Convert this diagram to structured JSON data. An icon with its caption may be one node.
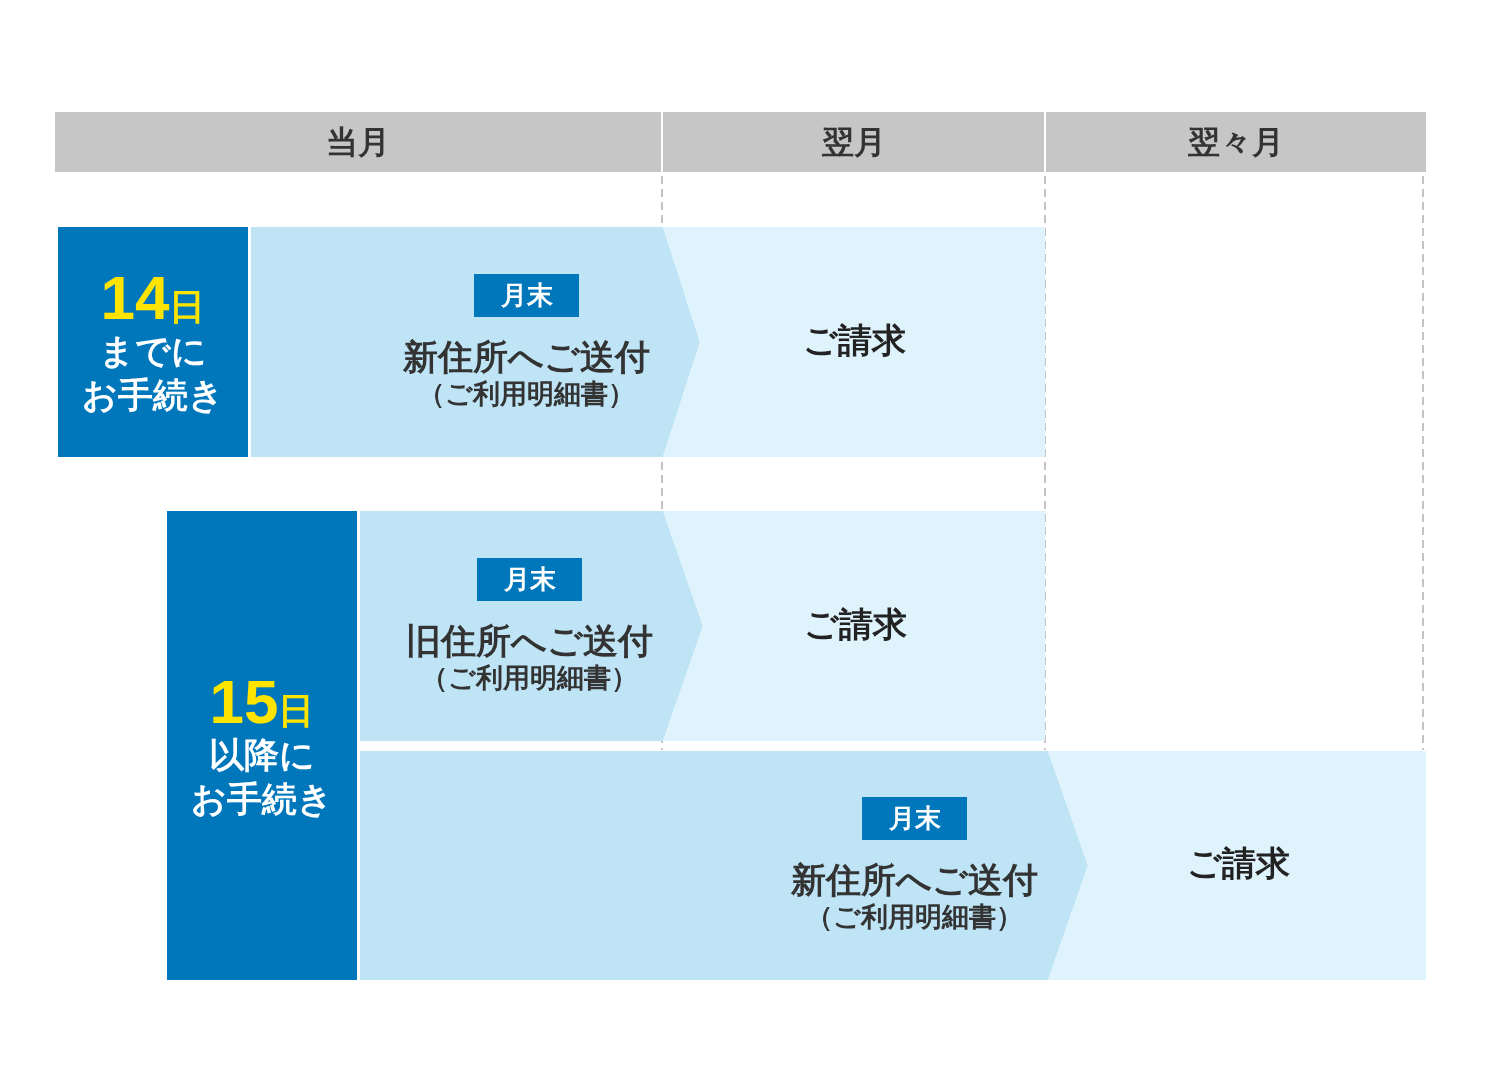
{
  "diagram": {
    "nodes": [
      {
        "text": [
          "当月"
        ]
      },
      {
        "text": [
          "翌月"
        ]
      },
      {
        "text": [
          "翌々月"
        ]
      },
      {
        "text": [
          "14日",
          "までに",
          "お手続き"
        ]
      },
      {
        "text": [
          "新住所へご送付",
          "（ご利用明細書）"
        ]
      },
      {
        "text": [
          "月末"
        ],
        "in": 4
      },
      {
        "text": [
          "ご請求"
        ]
      },
      {
        "text": [
          "15日",
          "以降に",
          "お手続き"
        ]
      },
      {
        "text": [
          "旧住所へご送付",
          "（ご利用明細書）"
        ]
      },
      {
        "text": [
          "月末"
        ],
        "in": 8
      },
      {
        "text": [
          "ご請求"
        ]
      },
      {
        "text": [
          "新住所へご送付",
          "（ご利用明細書）"
        ]
      },
      {
        "text": [
          "月末"
        ],
        "in": 11
      },
      {
        "text": [
          "ご請求"
        ]
      }
    ]
  }
}
